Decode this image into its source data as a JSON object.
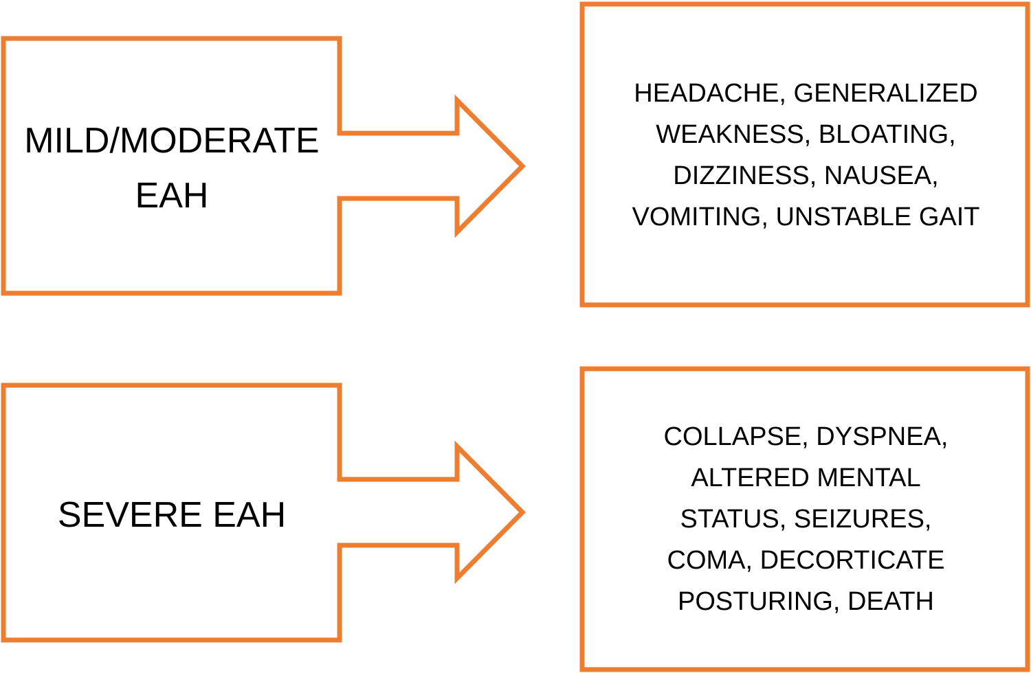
{
  "colors": {
    "stroke": "#ED7D31",
    "text": "#000000",
    "background": "#FFFFFF"
  },
  "rows": [
    {
      "severity_lines": [
        "MILD/MODERATE",
        "EAH"
      ],
      "symptom_lines": [
        "HEADACHE, GENERALIZED",
        "WEAKNESS, BLOATING,",
        "DIZZINESS, NAUSEA,",
        "VOMITING, UNSTABLE GAIT"
      ]
    },
    {
      "severity_lines": [
        "SEVERE EAH"
      ],
      "symptom_lines": [
        "COLLAPSE, DYSPNEA,",
        "ALTERED MENTAL",
        "STATUS, SEIZURES,",
        "COMA, DECORTICATE",
        "POSTURING, DEATH"
      ]
    }
  ]
}
